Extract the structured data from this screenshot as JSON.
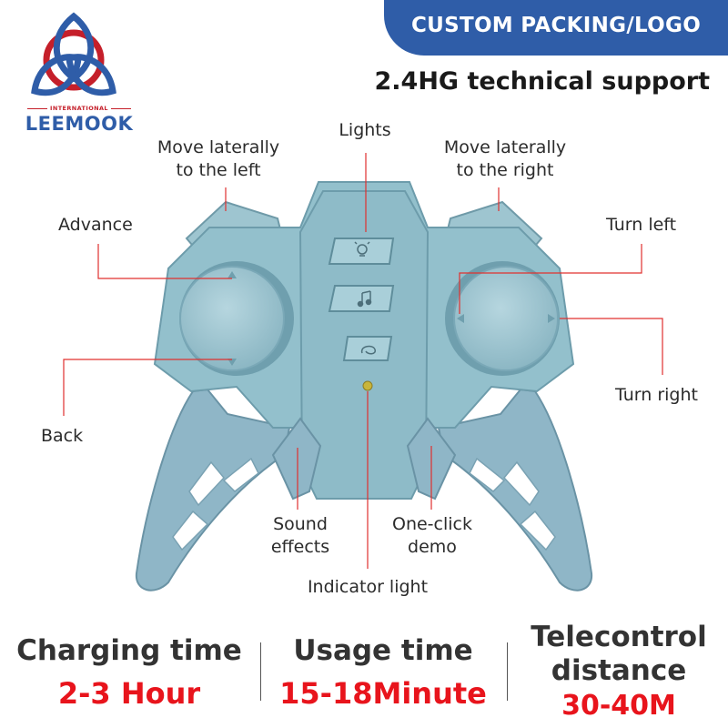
{
  "banner": {
    "text": "CUSTOM PACKING/LOGO"
  },
  "subtitle": "2.4HG technical support",
  "logo": {
    "top_text": "INTERNATIONAL",
    "name": "LEEMOOK"
  },
  "callouts": {
    "lights": "Lights",
    "move_left_line1": "Move laterally",
    "move_left_line2": "to the left",
    "move_right_line1": "Move laterally",
    "move_right_line2": "to the right",
    "advance": "Advance",
    "turn_left": "Turn left",
    "turn_right": "Turn right",
    "back": "Back",
    "sound_line1": "Sound",
    "sound_line2": "effects",
    "demo_line1": "One-click",
    "demo_line2": "demo",
    "indicator": "Indicator light"
  },
  "stats": [
    {
      "label": "Charging time",
      "value": "2-3 Hour"
    },
    {
      "label": "Usage time",
      "value": "15-18Minute"
    },
    {
      "label_line1": "Telecontrol",
      "label_line2": "distance",
      "value": "30-40M"
    }
  ],
  "colors": {
    "banner": "#2f5da8",
    "accent_red": "#e8141c",
    "controller_body": "#8fbcc9",
    "leader_line": "#e0302e"
  },
  "icons": [
    "lightbulb-icon",
    "music-note-icon",
    "demo-arrow-icon"
  ]
}
